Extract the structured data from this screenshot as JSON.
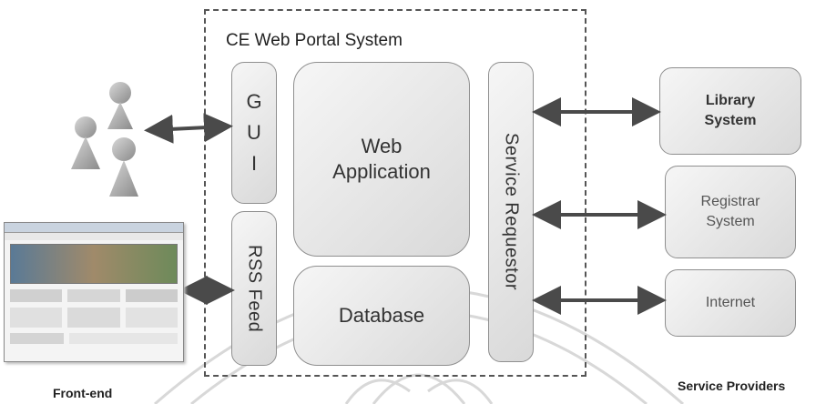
{
  "system": {
    "title": "CE Web  Portal System"
  },
  "gui": {
    "letters": [
      "G",
      "U",
      "I"
    ]
  },
  "rss": {
    "label": "RSS Feed"
  },
  "web_app": {
    "line1": "Web",
    "line2": "Application"
  },
  "database": {
    "label": "Database"
  },
  "service_requestor": {
    "label": "Service Requestor"
  },
  "providers": [
    {
      "line1": "Library",
      "line2": "System"
    },
    {
      "line1": "Registrar",
      "line2": "System"
    },
    {
      "line1": "Internet",
      "line2": ""
    }
  ],
  "captions": {
    "frontend": "Front-end",
    "service_providers": "Service Providers"
  },
  "icons": {
    "users": "users-icon",
    "browser": "browser-screenshot-icon",
    "seal": "university-seal-watermark"
  },
  "colors": {
    "arrow": "#4a4a4a",
    "box_border": "#8f8f8f",
    "dashed_border": "#555555"
  }
}
